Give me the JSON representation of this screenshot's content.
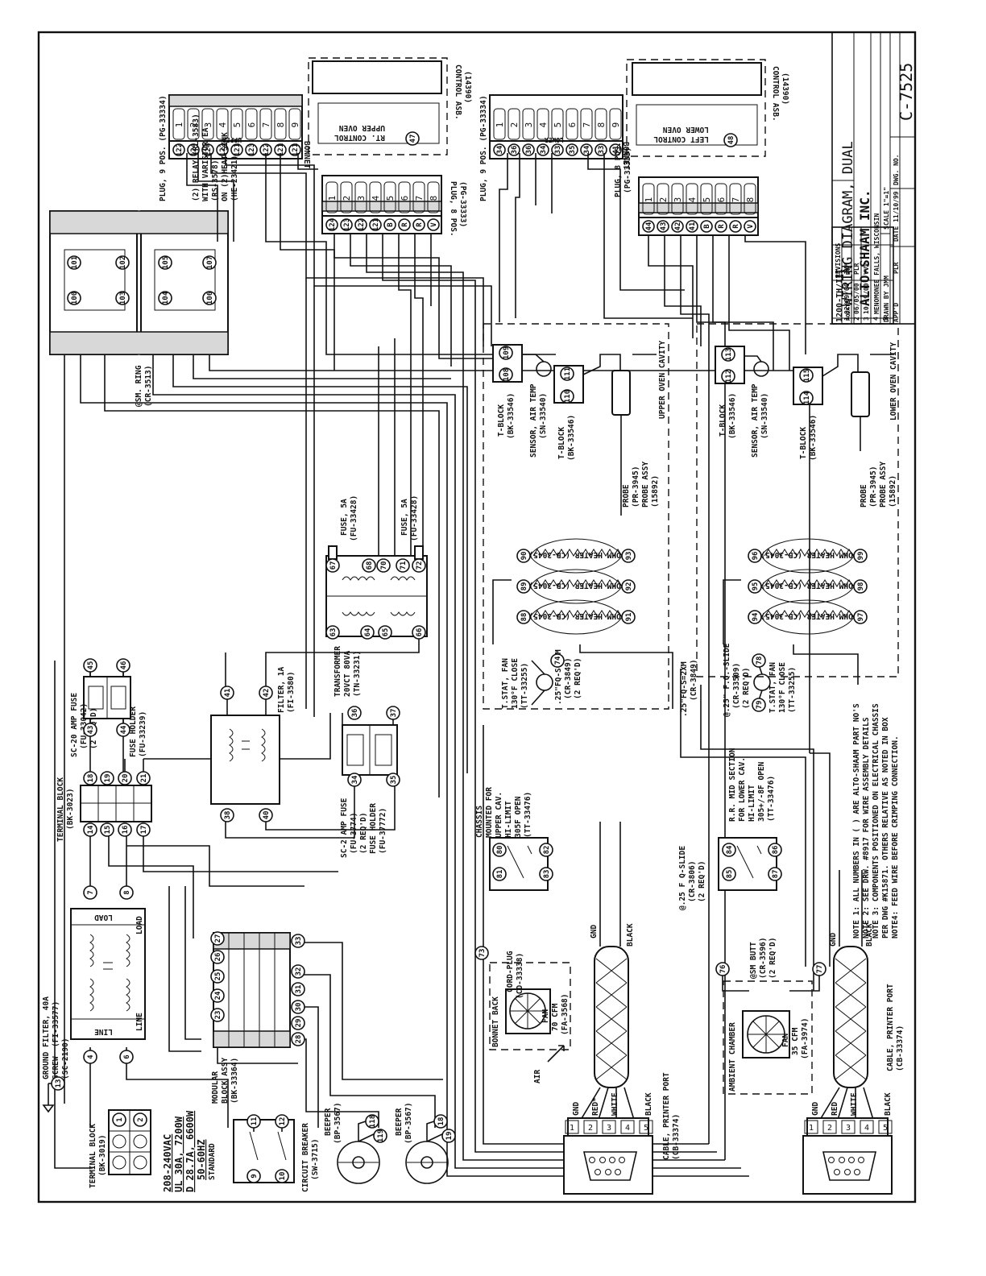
{
  "title_block": {
    "title": "WIRING DIAGRAM, DUAL",
    "model": "1200-TH/III",
    "company": "ALTO-SHAAM INC.",
    "location": "MENOMONEE FALLS, WISCONSIN",
    "drawn_by": "DRAWN BY JMM",
    "scale": "SCALE 1\"=1\"",
    "dwg_no_label": "DWG. NO.",
    "dwg_no": "C-7525",
    "appd": "APP'D",
    "plr": "PLR",
    "date": "DATE 11/10/99"
  },
  "revisions": {
    "heading": "REVISIONS",
    "columns": [
      "NO.",
      "DATE",
      "BY"
    ],
    "rows": [
      [
        "1",
        "02/09/00",
        "JMM"
      ],
      [
        "2",
        "06/05/00",
        "PLR"
      ],
      [
        "3",
        "10/19/00",
        "VVV"
      ],
      [
        "4",
        "",
        ""
      ],
      [
        "5",
        "",
        ""
      ]
    ]
  },
  "notes": [
    "NOTE 1: ALL NUMBERS IN ( ) ARE ALTO-SHAAM PART NO'S",
    "NOTE 2: SEE DRW. #8917 FOR WIRE ASSEMBLY DETAILS",
    "NOTE 3: COMPONENTS POSITIONED ON ELECTRICAL CHASSIS",
    "PER DWG #K15871. OTHERS RELATIVE AS NOTED IN BOX",
    "NOTE4: FEED WIRE BEFORE CRIMPING CONNECTION."
  ],
  "power": {
    "voltage": "208-240VAC",
    "ul": "UL 30A, 7200W",
    "d": "D 28.7A, 6600W",
    "hz": "50-60HZ",
    "standard": "STANDARD"
  },
  "labels": {
    "relay": [
      "(2) RELAY (RL-3583)",
      "WITH VARISTOR EA.",
      "(RS-3578)",
      "ON (2)HEAT SINK",
      "(HE-23421)"
    ],
    "ring": [
      "@SM. RING",
      "(CR-3513)"
    ],
    "plug9_upper": [
      "PLUG, 9 POS. (PG-33334)"
    ],
    "plug8_upper": [
      "PLUG, 8 POS.",
      "(PG-33333)"
    ],
    "plug9_lower": [
      "PLUG, 9 POS. (PG-33334)"
    ],
    "plug8_lower": [
      "PLUG, 8 POS.",
      "(PG-33333)"
    ],
    "control_upper": [
      "RT. CONTROL",
      "UPPER OVEN"
    ],
    "control_lower": [
      "LEFT CONTROL",
      "LOWER OVEN"
    ],
    "control_asb_upper": [
      "CONTROL ASB.",
      "(14390)"
    ],
    "control_asb_lower": [
      "CONTROL ASB.",
      "(14390)"
    ],
    "bonnet": "BONNET",
    "upper": "UPPER",
    "lower": "LOWER",
    "upper_cavity": "UPPER OVEN CAVITY",
    "lower_cavity": "LOWER OVEN CAVITY",
    "tblock_1": [
      "T-BLOCK",
      "(BK-33546)"
    ],
    "sensor_1": [
      "SENSOR, AIR TEMP",
      "(SN-33540)"
    ],
    "tblock_2": [
      "T-BLOCK",
      "(BK-33546)"
    ],
    "probe_1": [
      "PROBE",
      "(PR-3945)",
      "PROBE ASSY",
      "(15892)"
    ],
    "tblock_3": [
      "T-BLOCK",
      "(BK-33546)"
    ],
    "sensor_2": [
      "SENSOR, AIR TEMP",
      "(SN-33540)"
    ],
    "tblock_4": [
      "T-BLOCK",
      "(BK-33546)"
    ],
    "probe_2": [
      "PROBE",
      "(PR-3945)",
      "PROBE ASSY",
      "(15892)"
    ],
    "fuse5a_1": [
      "FUSE, 5A",
      "(FU-33428)"
    ],
    "fuse5a_2": [
      "FUSE, 5A",
      "(FU-33428)"
    ],
    "transformer": [
      "TRANSFORMER",
      "20VCT 80VA",
      "(TN-33231)"
    ],
    "heater": "45 OHM HEATER (CB-3045)",
    "sc20": [
      "SC-20 AMP FUSE",
      "(FU-33042)",
      "(2 REQ'D)"
    ],
    "fuse_holder_1": [
      "FUSE HOLDER",
      "(FU-33239)"
    ],
    "filter1a": [
      "FILTER, 1A",
      "(FI-3580)"
    ],
    "tstat_1": [
      "T.STAT, FAN",
      "130°F CLOSE",
      "(TT-33255)"
    ],
    "qd_1": [
      ".25\"FQ-S=2XM",
      "(CR-3849)",
      "(2 REQ'D)"
    ],
    "qd_2": [
      ".25\"FQ-S=2XM",
      "(CR-3849)"
    ],
    "fqslide_1": [
      "@.25\" F.Q.-SLIDE",
      "(CR-33509)",
      "(2 REQ'D)"
    ],
    "tstat_2": [
      "T.STAT, FAN",
      "130°F CLOSE",
      "(TT-33255)"
    ],
    "terminal_block_1": [
      "TERMINAL BLOCK",
      "(BK-3023)"
    ],
    "sc2": [
      "SC-2 AMP FUSE",
      "(FU-3774)",
      "(2 REQ'D)",
      "FUSE HOLDER",
      "(FU-37772)"
    ],
    "chassis": [
      "CHASSIS",
      "MOUNTED FOR",
      "UPPER CAV.",
      "HI-LIMIT",
      "305F OPEN",
      "(TT-33476)"
    ],
    "rr_mid": [
      "R.R. MID SECTION",
      "FOR LOWER CAV.",
      "HI-LIMIT",
      "305+/-8F OPEN",
      "(TT-33476)"
    ],
    "qslide_2": [
      "@.25 F Q-SLIDE",
      "(CR-3806)",
      "(2 REQ'D)"
    ],
    "filter40a": [
      "FILTER, 40A",
      "(FI-33577)"
    ],
    "load": "LOAD",
    "line": "LINE",
    "ground_screw": [
      "GROUND",
      "SCREW",
      "(SC-2190)"
    ],
    "modular": [
      "MODULAR",
      "BLOCK ASSY",
      "(BK-33364)"
    ],
    "bonnet_back": "BONNET BACK",
    "cord_plug": [
      "CORD-PLUG",
      "(CD-33338)"
    ],
    "fan_1": [
      "FAN",
      "70 CFM",
      "(FA-3568)"
    ],
    "air": "AIR",
    "gnd": "GND",
    "black": "BLACK",
    "white": "WHITE",
    "red": "RED",
    "red_star": "RED*",
    "ambient": "AMBIENT CHAMBER",
    "fan_2": [
      "FAN",
      "35 CFM",
      "(FA-3974)"
    ],
    "sm_butt": [
      "@SM BUTT",
      "(CR-3596)",
      "(2 REQ'D)"
    ],
    "terminal_block_2": [
      "TERMINAL BLOCK",
      "(BK-3019)"
    ],
    "circuit_breaker": [
      "CIRCUIT BREAKER",
      "(SW-3715)"
    ],
    "beeper_1": [
      "BEEPER",
      "(BP-3567)"
    ],
    "beeper_2": [
      "BEEPER",
      "(BP-3567)"
    ],
    "cable_1": [
      "CABLE, PRINTER PORT",
      "(CB-33374)"
    ],
    "cable_2": [
      "CABLE, PRINTER PORT",
      "(CB-33374)"
    ]
  },
  "terminals": {
    "plug9_upper": [
      "1",
      "2",
      "3",
      "4",
      "5",
      "6",
      "7",
      "8",
      "9"
    ],
    "plug9_upper_wires": [
      "122",
      "124",
      "124",
      "122",
      "121",
      "123",
      "122",
      "121",
      "121"
    ],
    "plug8_upper": [
      "1",
      "2",
      "3",
      "4",
      "5",
      "6",
      "7",
      "8"
    ],
    "plug8_upper_wires": [
      "124",
      "123",
      "122",
      "121",
      "B",
      "R",
      "R",
      "V"
    ],
    "plug9_lower": [
      "1",
      "2",
      "3",
      "4",
      "5",
      "6",
      "7",
      "8",
      "9"
    ],
    "plug9_lower_wires": [
      "34",
      "36",
      "36",
      "34",
      "33",
      "35",
      "34",
      "33",
      "41"
    ],
    "plug8_lower": [
      "1",
      "2",
      "3",
      "4",
      "5",
      "6",
      "7",
      "8"
    ],
    "plug8_lower_wires": [
      "44",
      "43",
      "42",
      "41",
      "B",
      "R",
      "R",
      "V"
    ],
    "relays_top": [
      "101",
      "102",
      "105",
      "107"
    ],
    "relays_bottom": [
      "100",
      "103",
      "104",
      "106"
    ],
    "tblocks": [
      "109",
      "108",
      "111",
      "110",
      "113",
      "112",
      "115",
      "114"
    ],
    "ctrl": [
      "47",
      "48"
    ],
    "transformer": [
      "67",
      "68",
      "70",
      "71",
      "72",
      "63",
      "64",
      "65",
      "66"
    ],
    "heaters_upper": [
      "90",
      "93",
      "89",
      "92",
      "88",
      "91"
    ],
    "heaters_lower": [
      "96",
      "99",
      "95",
      "98",
      "94",
      "97"
    ],
    "fuse_sc20": [
      "45",
      "46",
      "43",
      "44"
    ],
    "filter1a": [
      "41",
      "42",
      "38",
      "40"
    ],
    "tstat": [
      "74",
      "78",
      "79"
    ],
    "sc2": [
      "36",
      "37",
      "34",
      "35"
    ],
    "terminal_block": [
      "18",
      "19",
      "20",
      "21",
      "14",
      "15",
      "16",
      "17"
    ],
    "hilimit": [
      "80",
      "81",
      "82",
      "83",
      "84",
      "85",
      "86",
      "87"
    ],
    "filter40a": [
      "7",
      "8",
      "4",
      "6"
    ],
    "modular": [
      "27",
      "26",
      "25",
      "24",
      "23",
      "28",
      "29",
      "30",
      "31",
      "32",
      "33"
    ],
    "misc": [
      "73",
      "76",
      "77",
      "13",
      "11",
      "12",
      "9",
      "10",
      "1",
      "2",
      "3"
    ],
    "beepers": [
      "118",
      "119",
      "18",
      "19"
    ],
    "db9": [
      "1",
      "2",
      "3",
      "4",
      "5"
    ]
  }
}
